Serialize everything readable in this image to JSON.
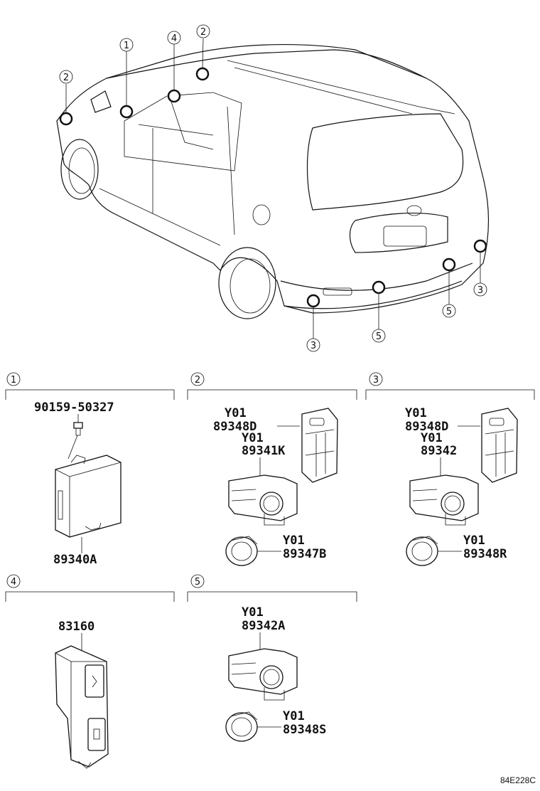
{
  "callouts": {
    "c1": "1",
    "c2": "2",
    "c3": "3",
    "c4": "4",
    "c5": "5"
  },
  "sections": {
    "s1": {
      "number": "1",
      "screw_part": "90159-50327",
      "ecu_part": "89340A"
    },
    "s2": {
      "number": "2",
      "retainer_code": "Y01",
      "retainer_part": "89348D",
      "sensor_code": "Y01",
      "sensor_part": "89341K",
      "ring_code": "Y01",
      "ring_part": "89347B"
    },
    "s3": {
      "number": "3",
      "retainer_code": "Y01",
      "retainer_part": "89348D",
      "sensor_code": "Y01",
      "sensor_part": "89342",
      "ring_code": "Y01",
      "ring_part": "89348R"
    },
    "s4": {
      "number": "4",
      "switch_part": "83160"
    },
    "s5": {
      "number": "5",
      "sensor_code": "Y01",
      "sensor_part": "89342A",
      "ring_code": "Y01",
      "ring_part": "89348S"
    }
  },
  "illustration_ref": "84E228C"
}
